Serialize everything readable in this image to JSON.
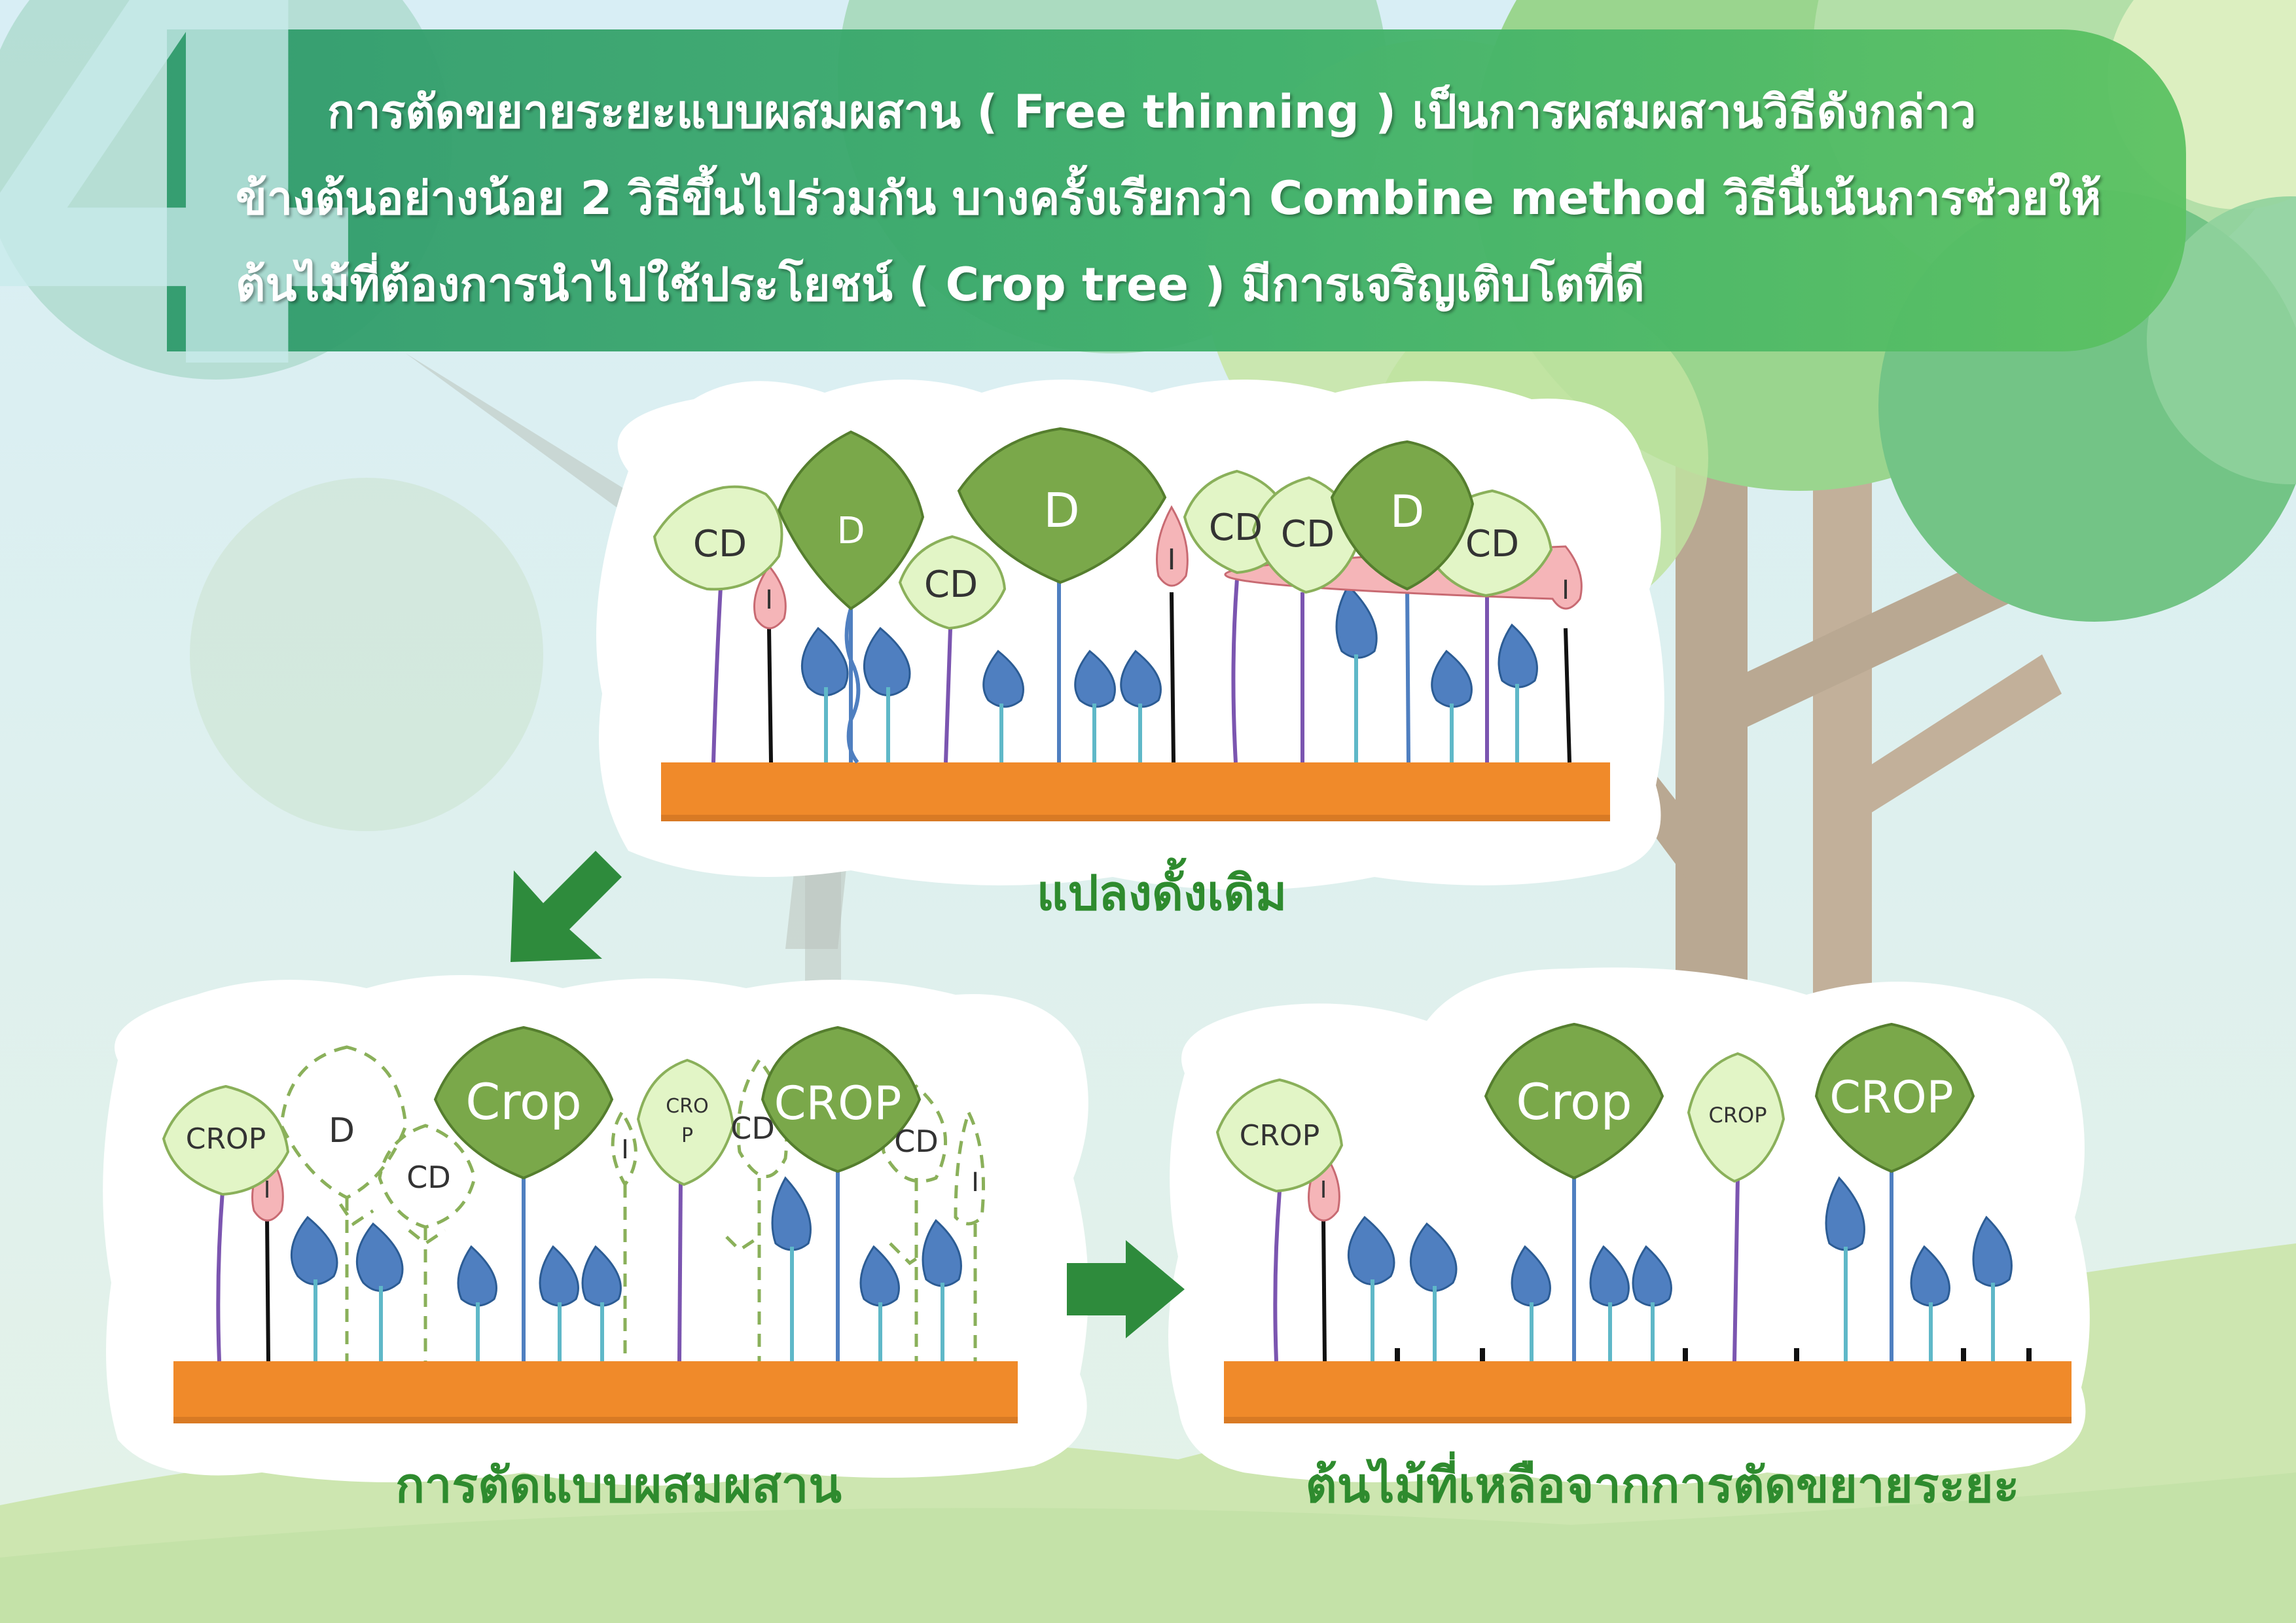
{
  "header": {
    "number": "4",
    "lines": [
      "การตัดขยายระยะแบบผสมผสาน ( Free thinning ) เป็นการผสมผสานวิธีดังกล่าว",
      "ข้างต้นอย่างน้อย 2 วิธีขึ้นไปร่วมกัน บางครั้งเรียกว่า Combine method วิธีนี้เน้นการช่วยให้",
      "ต้นไม้ที่ต้องการนำไปใช้ประโยชน์ ( Crop tree ) มีการเจริญเติบโตที่ดี"
    ]
  },
  "panels": {
    "top": {
      "caption": "แปลงดั้งเดิม",
      "labels": [
        "CD",
        "D",
        "CD",
        "D",
        "I",
        "CD",
        "CD",
        "D",
        "CD",
        "I",
        "I"
      ]
    },
    "left": {
      "caption": "การตัดแบบผสมผสาน",
      "labels": [
        "CROP",
        "D",
        "CD",
        "Crop",
        "CRO",
        "P",
        "CD",
        "CROP",
        "CD",
        "I",
        "I",
        "I"
      ]
    },
    "right": {
      "caption": "ต้นไม้ที่เหลือจากการตัดขยายระยะ",
      "labels": [
        "CROP",
        "Crop",
        "CROP",
        "CROP",
        "I"
      ]
    }
  },
  "colors": {
    "header": "#3aa86a",
    "big_tree": "#6b9e3a",
    "small_tree": "#e2f5c6",
    "suppressed": "#f5b5b8",
    "understory": "#4f7fc0",
    "ground": "#f08a2a",
    "caption": "#2e8b2e",
    "arrow": "#2e8b3c"
  }
}
